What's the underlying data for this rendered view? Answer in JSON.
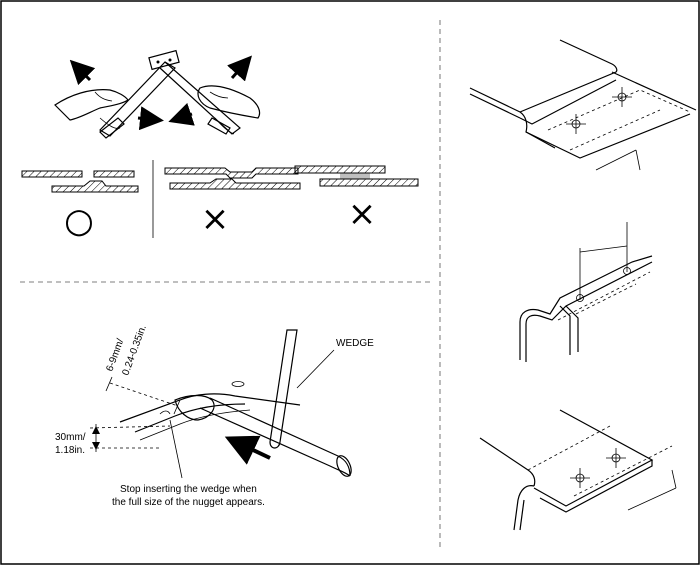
{
  "figure": {
    "wedge_label": "WEDGE",
    "dim_offset_mm": "6-9mm/",
    "dim_offset_in": "0.24-0.35in.",
    "dim_depth_mm": "30mm/",
    "dim_depth_in": "1.18in.",
    "note_line1": "Stop inserting the wedge when",
    "note_line2": "the full size of the nugget appears."
  },
  "results": {
    "correct_symbol": "○",
    "incorrect_symbol_1": "×",
    "incorrect_symbol_2": "×"
  }
}
